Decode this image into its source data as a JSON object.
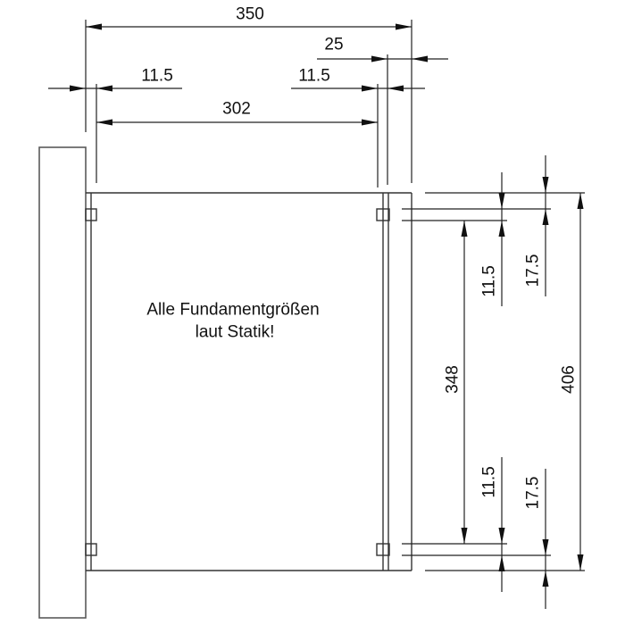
{
  "drawing": {
    "note_line1": "Alle Fundamentgrößen",
    "note_line2": "laut Statik!",
    "dimensions": {
      "overall_width": "350",
      "inner_width": "302",
      "left_offset": "11.5",
      "right_offset": "11.5",
      "right_edge": "25",
      "overall_height": "406",
      "inner_height": "348",
      "top_small": "11.5",
      "top_edge": "17.5",
      "bottom_small": "11.5",
      "bottom_edge": "17.5"
    },
    "colors": {
      "line": "#222222",
      "post": "#5a5a5a",
      "background": "#ffffff"
    }
  }
}
